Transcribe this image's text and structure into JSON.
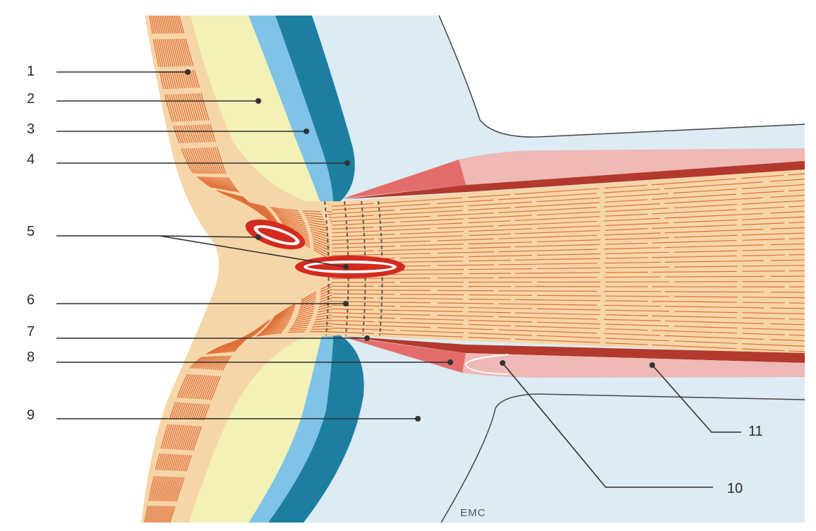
{
  "figure": {
    "labels": [
      "1",
      "2",
      "3",
      "4",
      "5",
      "6",
      "7",
      "8",
      "9",
      "10",
      "11"
    ],
    "credit": "EMC"
  },
  "colors": {
    "background": "#ffffff",
    "nerve_fibre_layer": "#f6d6a8",
    "fibre_lines": "#e0703a",
    "ganglion_layer": "#f3f1b6",
    "light_blue_layer": "#7fc3e6",
    "dark_blue_layer": "#1d7fa0",
    "vitreous": "#dcebf4",
    "sheath_pink": "#eeb9b6",
    "sheath_dark_red": "#b3392c",
    "vessel_red": "#d42a1f",
    "lamina_dashes": "#5a5a5a"
  }
}
